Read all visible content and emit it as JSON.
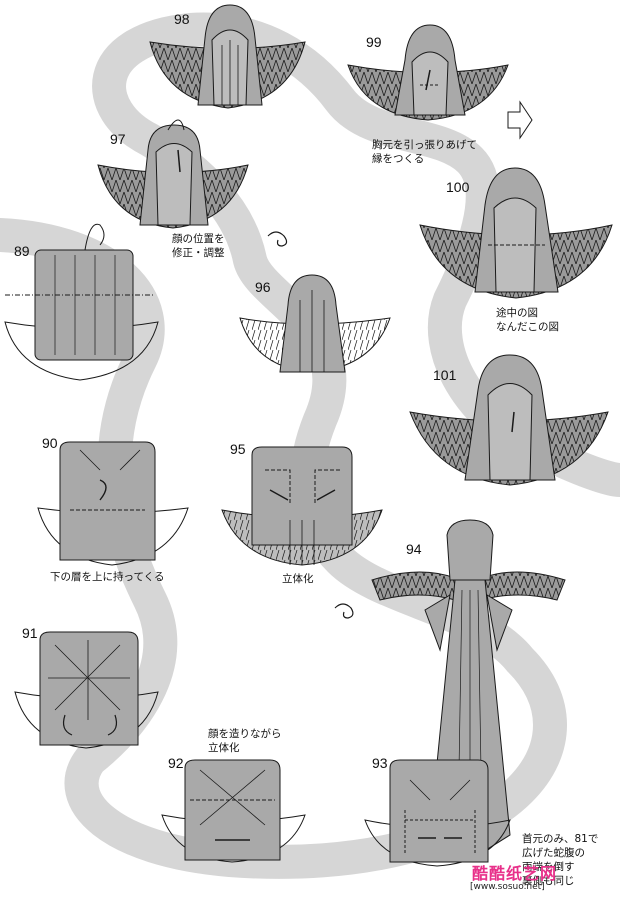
{
  "steps": [
    {
      "id": "98",
      "label": "98"
    },
    {
      "id": "99",
      "label": "99"
    },
    {
      "id": "97",
      "label": "97"
    },
    {
      "id": "100",
      "label": "100"
    },
    {
      "id": "89",
      "label": "89"
    },
    {
      "id": "96",
      "label": "96"
    },
    {
      "id": "101",
      "label": "101"
    },
    {
      "id": "90",
      "label": "90"
    },
    {
      "id": "95",
      "label": "95"
    },
    {
      "id": "94",
      "label": "94"
    },
    {
      "id": "91",
      "label": "91"
    },
    {
      "id": "92",
      "label": "92"
    },
    {
      "id": "93",
      "label": "93"
    }
  ],
  "captions": {
    "c99": [
      "胸元を引っ張りあげて",
      "縁をつくる"
    ],
    "c97": [
      "顔の位置を",
      "修正・調整"
    ],
    "c100": [
      "途中の図",
      "なんだこの図"
    ],
    "c90": [
      "下の層を上に持ってくる"
    ],
    "c95": [
      "立体化"
    ],
    "c92": [
      "顔を造りながら",
      "立体化"
    ],
    "c93": [
      "首元のみ、81で",
      "広げた蛇腹の",
      "両端を倒す",
      "裏側も同じ"
    ]
  },
  "watermark": {
    "text": "酷酷纸艺网",
    "url": "[www.sosuo.net]"
  },
  "colors": {
    "paper": "#a9a9a9",
    "paper_light": "#c4c4c4",
    "path": "#d6d6d6",
    "line": "#1a1a1a"
  }
}
